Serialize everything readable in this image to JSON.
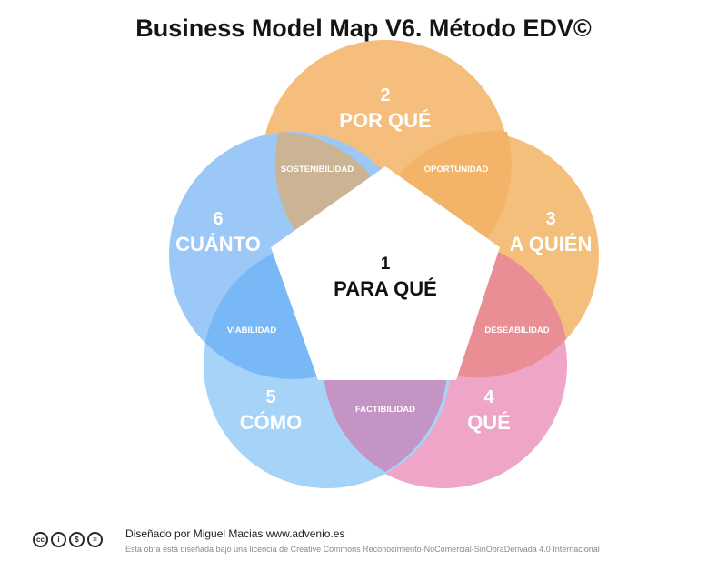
{
  "title": "Business Model Map V6. Método EDV©",
  "center": {
    "number": "1",
    "label": "PARA QUÉ"
  },
  "circles": [
    {
      "number": "2",
      "label": "POR QUÉ",
      "color": "#F5BE7D"
    },
    {
      "number": "3",
      "label": "A QUIÉN",
      "color": "#F4BF7B"
    },
    {
      "number": "4",
      "label": "QUÉ",
      "color": "#EEA5C7"
    },
    {
      "number": "5",
      "label": "CÓMO",
      "color": "#A6D3F8"
    },
    {
      "number": "6",
      "label": "CUÁNTO",
      "color": "#9CC8F7"
    }
  ],
  "overlaps": [
    {
      "label": "SOSTENIBILIDAD",
      "color": "#CBB493"
    },
    {
      "label": "OPORTUNIDAD",
      "color": "#F3B46A"
    },
    {
      "label": "DESEABILIDAD",
      "color": "#EA8E95"
    },
    {
      "label": "FACTIBILIDAD",
      "color": "#C494C5"
    },
    {
      "label": "VIABILIDAD",
      "color": "#78B8F7"
    }
  ],
  "footer": {
    "icons": [
      "creative-commons-icon",
      "attribution-icon",
      "non-commercial-icon",
      "no-derivatives-icon"
    ],
    "icon_glyphs": [
      "cc",
      "i",
      "$",
      "="
    ],
    "credit": "Diseñado por Miguel Macias www.advenio.es",
    "license": "Esta obra está diseñada bajo una licencia de Creative Commons Reconocimiento-NoComercial-SinObraDerivada 4.0 Internacional"
  }
}
